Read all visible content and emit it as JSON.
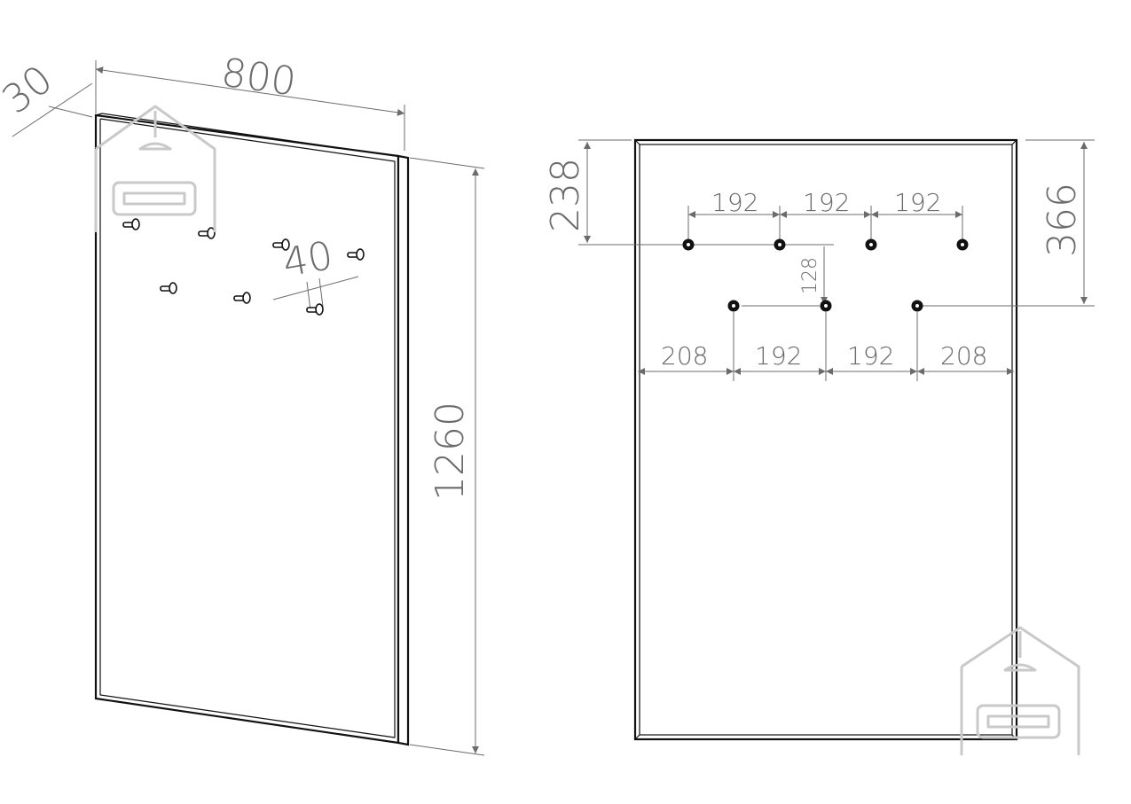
{
  "left_view": {
    "width": "800",
    "thickness": "30",
    "height": "1260",
    "hook_depth": "40"
  },
  "right_view": {
    "top_row_spacings": [
      "192",
      "192",
      "192"
    ],
    "bottom_row_spacings": [
      "208",
      "192",
      "192",
      "208"
    ],
    "top_offset": "238",
    "bottom_offset": "366",
    "row_gap": "128"
  },
  "colors": {
    "line": "#111111",
    "dimension": "#6b6b6b",
    "watermark": "#c9c9c9"
  },
  "icons": {
    "watermark": "house-sofa-icon"
  }
}
